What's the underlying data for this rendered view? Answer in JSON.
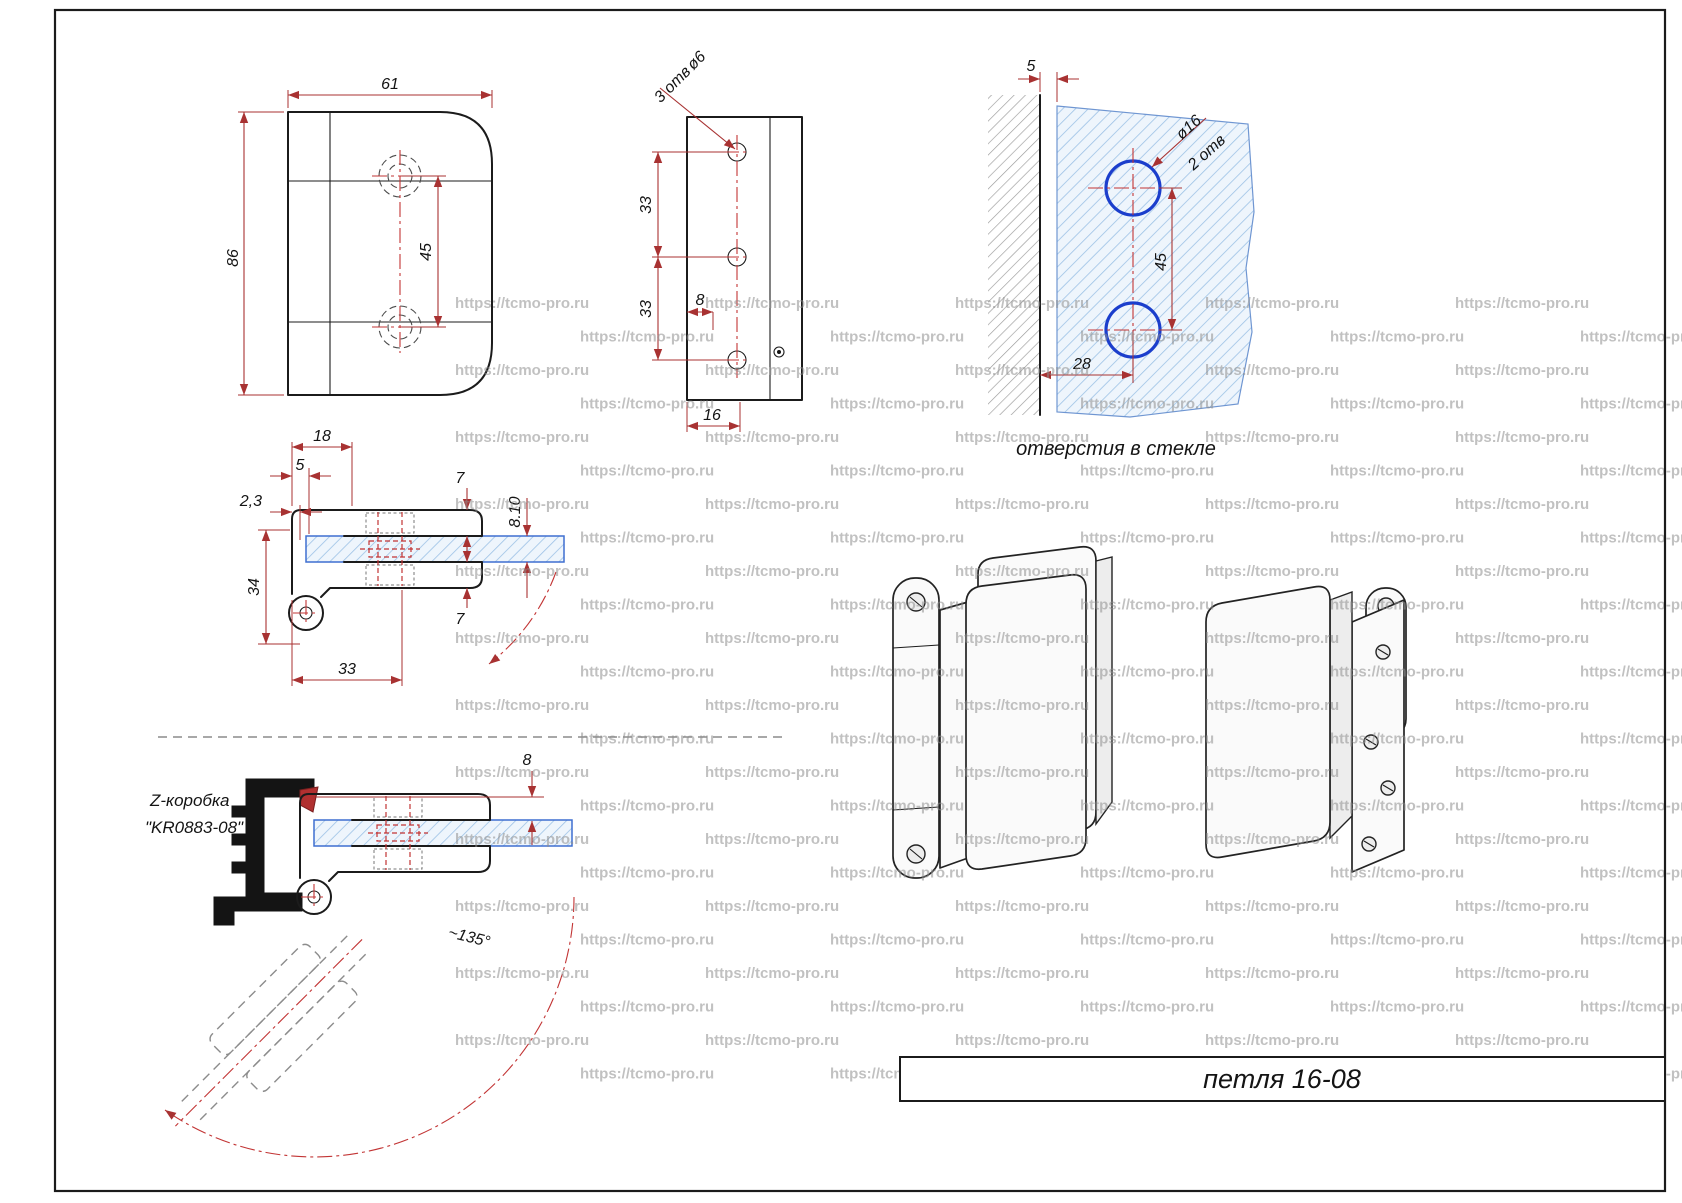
{
  "page": {
    "title_block": "петля 16-08",
    "watermark": "https://tcmo-pro.ru"
  },
  "front_view": {
    "dim_width": "61",
    "dim_height": "86",
    "dim_holes": "45"
  },
  "side_view": {
    "callout_dia": "ø6",
    "callout_count": "3 отв",
    "dim_33a": "33",
    "dim_33b": "33",
    "dim_8": "8",
    "dim_16": "16"
  },
  "glass_view": {
    "dim_5": "5",
    "callout_dia": "ø16",
    "callout_count": "2 отв",
    "dim_45": "45",
    "dim_28": "28",
    "caption": "отверстия в стекле"
  },
  "section_view": {
    "dim_18": "18",
    "dim_5": "5",
    "dim_2_3": "2,3",
    "dim_34": "34",
    "dim_33": "33",
    "dim_7_top": "7",
    "dim_thickness": "8.10",
    "dim_7_bottom": "7"
  },
  "zbox_view": {
    "label_line1": "Z-коробка",
    "label_line2": "\"KR0883-08\"",
    "dim_8": "8",
    "angle": "~135°"
  }
}
